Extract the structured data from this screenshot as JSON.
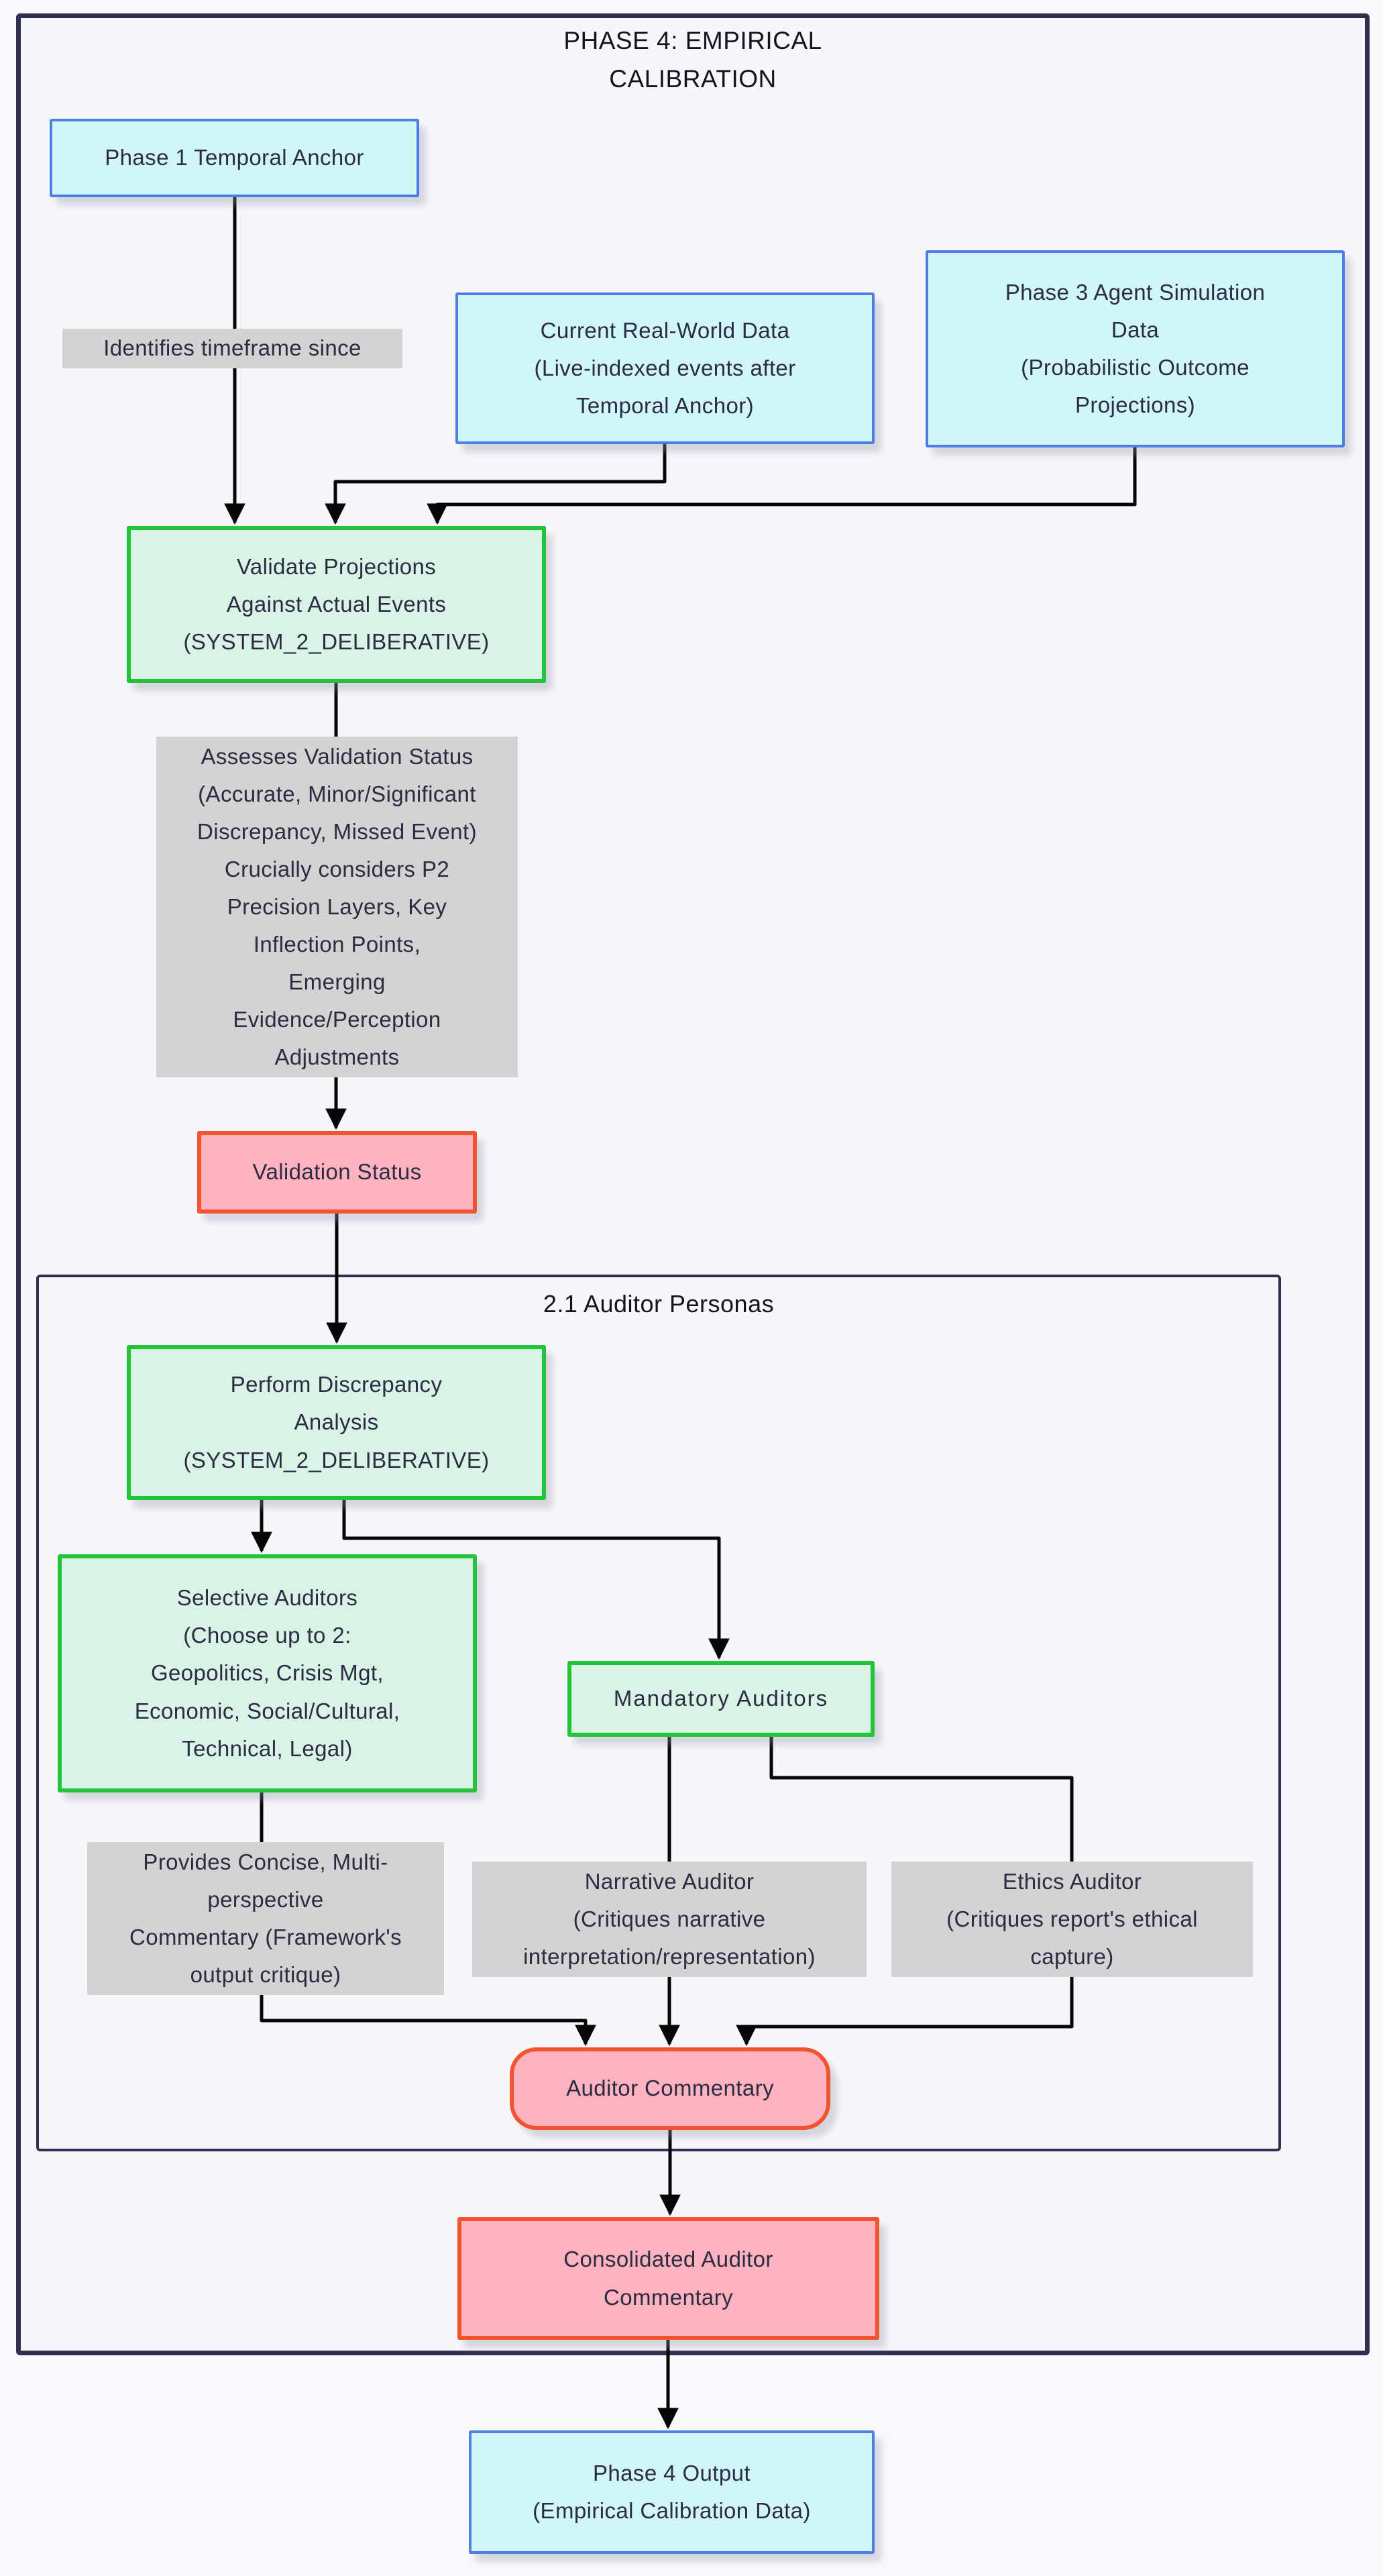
{
  "diagram": {
    "type": "flowchart",
    "outer_group": {
      "title": "PHASE 4: EMPIRICAL\nCALIBRATION"
    },
    "inner_group": {
      "title": "2.1 Auditor Personas"
    },
    "nodes": {
      "phase1_temporal_anchor": {
        "label": "Phase 1 Temporal Anchor",
        "style": "blue",
        "shape": "rect"
      },
      "current_real_world_data": {
        "label": "Current Real-World Data\n(Live-indexed events after\nTemporal Anchor)",
        "style": "blue",
        "shape": "rect"
      },
      "phase3_agent_simulation_data": {
        "label": "Phase 3 Agent Simulation\nData\n(Probabilistic Outcome\nProjections)",
        "style": "blue",
        "shape": "rect"
      },
      "validate_projections": {
        "label": "Validate Projections\nAgainst Actual Events\n(SYSTEM_2_DELIBERATIVE)",
        "style": "green",
        "shape": "rect"
      },
      "validation_status": {
        "label": "Validation Status",
        "style": "red",
        "shape": "rect"
      },
      "perform_discrepancy_analysis": {
        "label": "Perform Discrepancy\nAnalysis\n(SYSTEM_2_DELIBERATIVE)",
        "style": "green",
        "shape": "rect"
      },
      "selective_auditors": {
        "label": "Selective Auditors\n(Choose up to 2:\nGeopolitics, Crisis Mgt,\nEconomic, Social/Cultural,\nTechnical, Legal)",
        "style": "green",
        "shape": "rect"
      },
      "mandatory_auditors": {
        "label": "Mandatory Auditors",
        "style": "green",
        "shape": "rect"
      },
      "auditor_commentary": {
        "label": "Auditor Commentary",
        "style": "red",
        "shape": "rounded"
      },
      "consolidated_auditor_commentary": {
        "label": "Consolidated Auditor\nCommentary",
        "style": "red",
        "shape": "rect"
      },
      "phase4_output": {
        "label": "Phase 4 Output\n(Empirical Calibration Data)",
        "style": "blue",
        "shape": "rect"
      }
    },
    "edge_labels": {
      "identifies_timeframe": "Identifies timeframe since",
      "assesses_validation": "Assesses Validation Status\n(Accurate, Minor/Significant\nDiscrepancy, Missed Event)\nCrucially considers P2\nPrecision Layers, Key\nInflection Points,\nEmerging\nEvidence/Perception\nAdjustments",
      "provides_concise": "Provides Concise, Multi-\nperspective\nCommentary (Framework's\noutput critique)",
      "narrative_auditor": "Narrative Auditor\n(Critiques narrative\ninterpretation/representation)",
      "ethics_auditor": "Ethics Auditor\n(Critiques report's ethical\ncapture)"
    },
    "edges": [
      {
        "from": "phase1_temporal_anchor",
        "to": "validate_projections",
        "label": "Identifies timeframe since"
      },
      {
        "from": "current_real_world_data",
        "to": "validate_projections"
      },
      {
        "from": "phase3_agent_simulation_data",
        "to": "validate_projections"
      },
      {
        "from": "validate_projections",
        "to": "validation_status",
        "label": "Assesses Validation Status (Accurate, Minor/Significant Discrepancy, Missed Event) Crucially considers P2 Precision Layers, Key Inflection Points, Emerging Evidence/Perception Adjustments"
      },
      {
        "from": "validation_status",
        "to": "perform_discrepancy_analysis"
      },
      {
        "from": "perform_discrepancy_analysis",
        "to": "selective_auditors"
      },
      {
        "from": "perform_discrepancy_analysis",
        "to": "mandatory_auditors"
      },
      {
        "from": "selective_auditors",
        "to": "auditor_commentary",
        "label": "Provides Concise, Multi-perspective Commentary (Framework's output critique)"
      },
      {
        "from": "mandatory_auditors",
        "to": "auditor_commentary",
        "label": "Narrative Auditor (Critiques narrative interpretation/representation)"
      },
      {
        "from": "mandatory_auditors",
        "to": "auditor_commentary",
        "label": "Ethics Auditor (Critiques report's ethical capture)"
      },
      {
        "from": "auditor_commentary",
        "to": "consolidated_auditor_commentary"
      },
      {
        "from": "consolidated_auditor_commentary",
        "to": "phase4_output"
      }
    ],
    "colors": {
      "background": "#f9f9fc",
      "container_border": "#2f2f4f",
      "blue_node_fill": "#d1f6fa",
      "blue_node_border": "#4d7fe3",
      "green_node_fill": "#d9f3e6",
      "green_node_border": "#23c43a",
      "red_node_fill": "#ffb3c0",
      "red_node_border": "#f0552f",
      "edge_label_fill": "#d3d3d3",
      "edge_stroke": "#060606",
      "text": "#2b2b42"
    }
  }
}
